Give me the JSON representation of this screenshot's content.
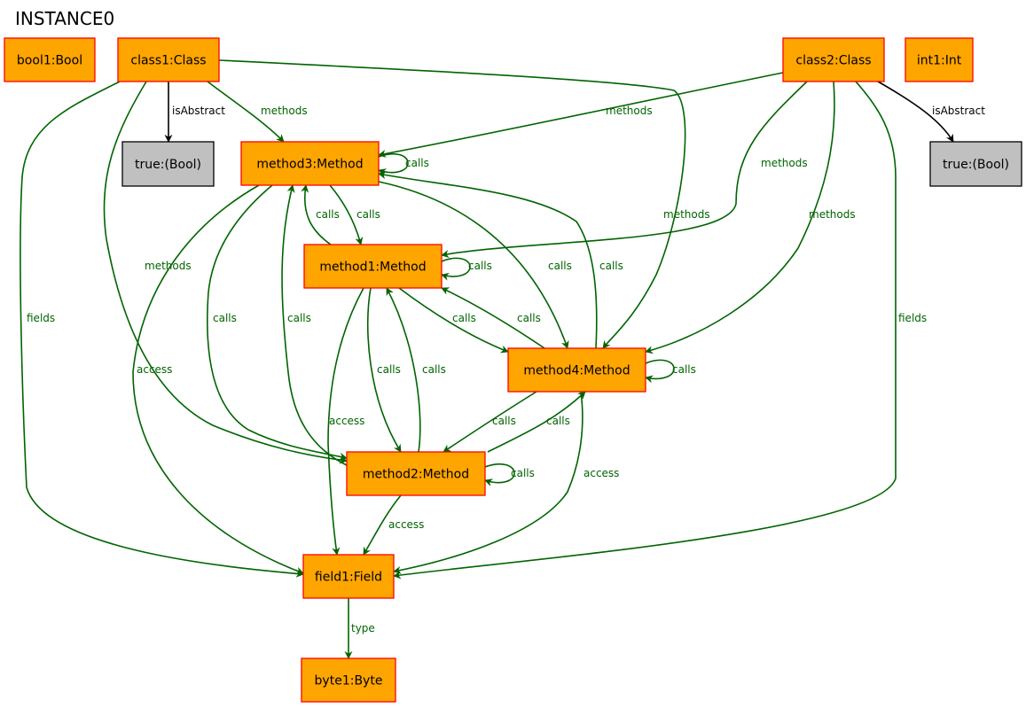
{
  "title": "INSTANCE0",
  "colors": {
    "node_fill": "#ffa500",
    "node_border": "#ff0000",
    "value_fill": "#c0c0c0",
    "value_border": "#000000",
    "edge_green": "#006400",
    "edge_black": "#000000"
  },
  "nodes": [
    {
      "id": "bool1",
      "label": "bool1:Bool",
      "kind": "object"
    },
    {
      "id": "class1",
      "label": "class1:Class",
      "kind": "object"
    },
    {
      "id": "class2",
      "label": "class2:Class",
      "kind": "object"
    },
    {
      "id": "int1",
      "label": "int1:Int",
      "kind": "object"
    },
    {
      "id": "true1",
      "label": "true:(Bool)",
      "kind": "value"
    },
    {
      "id": "true2",
      "label": "true:(Bool)",
      "kind": "value"
    },
    {
      "id": "method3",
      "label": "method3:Method",
      "kind": "object"
    },
    {
      "id": "method1",
      "label": "method1:Method",
      "kind": "object"
    },
    {
      "id": "method4",
      "label": "method4:Method",
      "kind": "object"
    },
    {
      "id": "method2",
      "label": "method2:Method",
      "kind": "object"
    },
    {
      "id": "field1",
      "label": "field1:Field",
      "kind": "object"
    },
    {
      "id": "byte1",
      "label": "byte1:Byte",
      "kind": "object"
    }
  ],
  "edges": [
    {
      "id": "e1",
      "from": "class1",
      "to": "true1",
      "label": "isAbstract"
    },
    {
      "id": "e2",
      "from": "class1",
      "to": "method3",
      "label": "methods"
    },
    {
      "id": "e3",
      "from": "class1",
      "to": "method4",
      "label": "methods"
    },
    {
      "id": "e4",
      "from": "class1",
      "to": "method2",
      "label": "methods"
    },
    {
      "id": "e5",
      "from": "class1",
      "to": "field1",
      "label": "fields"
    },
    {
      "id": "e6",
      "from": "class2",
      "to": "true2",
      "label": "isAbstract"
    },
    {
      "id": "e7",
      "from": "class2",
      "to": "method3",
      "label": "methods"
    },
    {
      "id": "e8",
      "from": "class2",
      "to": "method1",
      "label": "methods"
    },
    {
      "id": "e9",
      "from": "class2",
      "to": "method4",
      "label": "methods"
    },
    {
      "id": "e10",
      "from": "class2",
      "to": "field1",
      "label": "fields"
    },
    {
      "id": "e11",
      "from": "method3",
      "to": "method3",
      "label": "calls"
    },
    {
      "id": "e12",
      "from": "method3",
      "to": "method1",
      "label": "calls"
    },
    {
      "id": "e13",
      "from": "method1",
      "to": "method3",
      "label": "calls"
    },
    {
      "id": "e14",
      "from": "method3",
      "to": "method4",
      "label": "calls"
    },
    {
      "id": "e15",
      "from": "method4",
      "to": "method3",
      "label": "calls"
    },
    {
      "id": "e16",
      "from": "method3",
      "to": "method2",
      "label": "calls"
    },
    {
      "id": "e17",
      "from": "method2",
      "to": "method3",
      "label": "calls"
    },
    {
      "id": "e18",
      "from": "method3",
      "to": "field1",
      "label": "access"
    },
    {
      "id": "e19",
      "from": "method1",
      "to": "method1",
      "label": "calls"
    },
    {
      "id": "e20",
      "from": "method1",
      "to": "method4",
      "label": "calls"
    },
    {
      "id": "e21",
      "from": "method4",
      "to": "method1",
      "label": "calls"
    },
    {
      "id": "e22",
      "from": "method1",
      "to": "method2",
      "label": "calls"
    },
    {
      "id": "e23",
      "from": "method2",
      "to": "method1",
      "label": "calls"
    },
    {
      "id": "e24",
      "from": "method1",
      "to": "field1",
      "label": "access"
    },
    {
      "id": "e25",
      "from": "method4",
      "to": "method4",
      "label": "calls"
    },
    {
      "id": "e26",
      "from": "method4",
      "to": "method2",
      "label": "calls"
    },
    {
      "id": "e27",
      "from": "method2",
      "to": "method4",
      "label": "calls"
    },
    {
      "id": "e28",
      "from": "method4",
      "to": "field1",
      "label": "access"
    },
    {
      "id": "e29",
      "from": "method2",
      "to": "method2",
      "label": "calls"
    },
    {
      "id": "e30",
      "from": "method2",
      "to": "field1",
      "label": "access"
    },
    {
      "id": "e31",
      "from": "field1",
      "to": "byte1",
      "label": "type"
    }
  ]
}
